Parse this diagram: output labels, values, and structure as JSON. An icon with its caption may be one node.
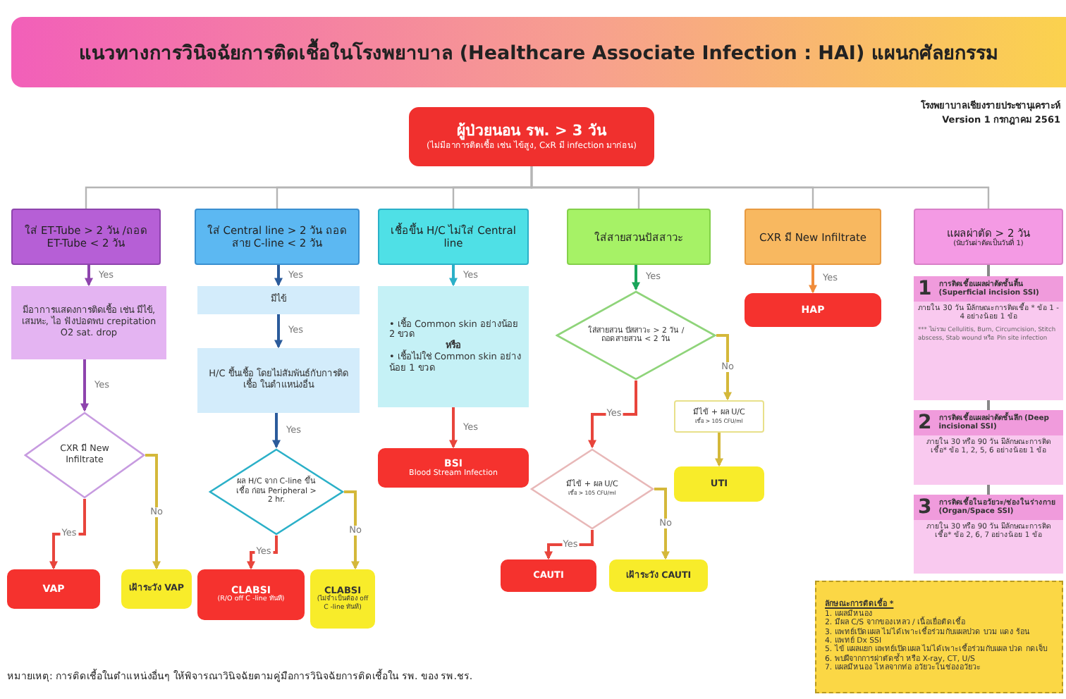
{
  "diagram": {
    "title": "แนวทางการวินิจฉัยการติดเชื้อในโรงพยาบาล (Healthcare Associate Infection : HAI) แผนกศัลยกรรม",
    "nodes": [
      {
        "text": [
          "ผู้ป่วยนอน รพ. > 3 วัน",
          "(ไม่มีอาการติดเชื้อ เช่น ไข้สูง, CxR มี infection มาก่อน)"
        ]
      },
      {
        "text": [
          "ใส่ ET-Tube > 2 วัน /ถอด ET-Tube < 2 วัน"
        ]
      },
      {
        "text": [
          "ใส่ Central line > 2 วัน ถอดสาย C-line < 2 วัน"
        ]
      },
      {
        "text": [
          "เชื้อขึ้น H/C ไม่ใส่ Central line"
        ]
      },
      {
        "text": [
          "ใส่สายสวนปัสสาวะ"
        ]
      },
      {
        "text": [
          "CXR มี New Infiltrate"
        ]
      },
      {
        "text": [
          "แผลผ่าตัด > 2 วัน",
          "(นับวันผ่าตัดเป็นวันที่ 1)"
        ]
      },
      {
        "text": [
          "มีอาการแสดงการติดเชื้อ เช่น มีไข้, เสมหะ, ไอ ฟังปอดพบ crepitation O2 sat. drop"
        ]
      },
      {
        "text": [
          "CXR มี New Infiltrate"
        ]
      },
      {
        "text": [
          "VAP"
        ]
      },
      {
        "text": [
          "เฝ้าระวัง VAP"
        ]
      },
      {
        "text": [
          "มีไข้"
        ]
      },
      {
        "text": [
          "H/C ขึ้นเชื้อ โดยไม่สัมพันธ์กับการติดเชื้อ ในตำแหน่งอื่น"
        ]
      },
      {
        "text": [
          "ผล H/C จาก C-line ขึ้นเชื้อ ก่อน Peripheral > 2 hr."
        ]
      },
      {
        "text": [
          "CLABSI",
          "(R/O off C -line ทันที)"
        ]
      },
      {
        "text": [
          "CLABSI",
          "(ไม่จำเป็นต้อง off C -line ทันที)"
        ]
      },
      {
        "text": [
          "• เชื้อ Common skin อย่างน้อย 2 ขวด",
          "หรือ",
          "• เชื้อไม่ใช่ Common skin อย่างน้อย 1 ขวด"
        ]
      },
      {
        "text": [
          "BSI",
          "Blood Stream Infection"
        ]
      },
      {
        "text": [
          "ใส่สายสวน ปัสสาวะ > 2 วัน /ถอดสายสวน < 2 วัน"
        ]
      },
      {
        "text": [
          "มีไข้ + ผล U/C",
          "เชื้อ > 105 CFU/ml"
        ]
      },
      {
        "text": [
          "มีไข้ + ผล U/C",
          "เชื้อ > 105 CFU/ml"
        ]
      },
      {
        "text": [
          "CAUTI"
        ]
      },
      {
        "text": [
          "เฝ้าระวัง CAUTI"
        ]
      },
      {
        "text": [
          "UTI"
        ]
      },
      {
        "text": [
          "HAP"
        ]
      },
      {
        "text": [
          "1",
          "การติดเชื้อแผลผ่าตัดชั้นตื้น (Superficial incision SSI)",
          "ภายใน 30 วัน มีลักษณะการติดเชื้อ * ข้อ 1 - 4 อย่างน้อย 1 ข้อ",
          "*** ไม่รวม Cellulitis, Burn, Circumcision, Stitch abscess, Stab wound หรือ Pin site infection"
        ]
      },
      {
        "text": [
          "2",
          "การติดเชื้อแผลผ่าตัดชั้นลึก (Deep incisional SSI)",
          "ภายใน 30 หรือ 90 วัน มีลักษณะการติดเชื้อ* ข้อ 1, 2, 5, 6 อย่างน้อย 1 ข้อ"
        ]
      },
      {
        "text": [
          "3",
          "การติดเชื้อในอวัยวะ/ช่องในร่างกาย (Organ/Space SSI)",
          "ภายใน 30 หรือ 90 วัน มีลักษณะการติดเชื้อ* ข้อ 2, 6, 7 อย่างน้อย 1 ข้อ"
        ]
      },
      {
        "text": [
          "ลักษณะการติดเชื้อ *",
          "1. แผลมีหนอง",
          "2. มีผล C/S จากของเหลว / เนื้อเยื่อติดเชื้อ",
          "3. แพทย์เปิดแผล ไม่ได้เพาะเชื้อร่วมกับแผลปวด บวม แดง ร้อน",
          "4. แพทย์ Dx SSI",
          "5. ไข้ แผลแยก แพทย์เปิดแผล ไม่ได้เพาะเชื้อร่วมกับแผล ปวด กดเจ็บ",
          "6. พบฝีจากการผ่าตัดซ้ำ หรือ X-ray, CT, U/S",
          "7. แผลมีหนอง ไหลจากท่อ อวัยวะในช่องอวัยวะ"
        ]
      }
    ],
    "edges": [
      {
        "from": 0,
        "to": 1,
        "arrow": "none",
        "color": "#b5b5b5"
      },
      {
        "from": 0,
        "to": 2,
        "arrow": "none",
        "color": "#b5b5b5"
      },
      {
        "from": 0,
        "to": 3,
        "arrow": "none",
        "color": "#b5b5b5"
      },
      {
        "from": 0,
        "to": 4,
        "arrow": "none",
        "color": "#b5b5b5"
      },
      {
        "from": 0,
        "to": 5,
        "arrow": "none",
        "color": "#b5b5b5"
      },
      {
        "from": 0,
        "to": 6,
        "arrow": "none",
        "color": "#b5b5b5"
      },
      {
        "from": 1,
        "to": 7,
        "arrow": "to",
        "label": "Yes",
        "color": "#8e44ad"
      },
      {
        "from": 7,
        "to": 8,
        "arrow": "to",
        "label": "Yes",
        "color": "#8e44ad"
      },
      {
        "from": 8,
        "to": 9,
        "arrow": "to",
        "label": "Yes",
        "color": "#e8453c"
      },
      {
        "from": 8,
        "to": 10,
        "arrow": "to",
        "label": "No",
        "color": "#d4b83a"
      },
      {
        "from": 2,
        "to": 11,
        "arrow": "to",
        "label": "Yes",
        "color": "#2b5b9b"
      },
      {
        "from": 11,
        "to": 12,
        "arrow": "to",
        "label": "Yes",
        "color": "#2b5b9b"
      },
      {
        "from": 12,
        "to": 13,
        "arrow": "to",
        "label": "Yes",
        "color": "#2b5b9b"
      },
      {
        "from": 13,
        "to": 14,
        "arrow": "to",
        "label": "Yes",
        "color": "#e8453c"
      },
      {
        "from": 13,
        "to": 15,
        "arrow": "to",
        "label": "No",
        "color": "#d4b83a"
      },
      {
        "from": 3,
        "to": 16,
        "arrow": "to",
        "label": "Yes",
        "color": "#2bb0c8"
      },
      {
        "from": 16,
        "to": 17,
        "arrow": "to",
        "label": "Yes",
        "color": "#e8453c"
      },
      {
        "from": 4,
        "to": 18,
        "arrow": "to",
        "label": "Yes",
        "color": "#1aa55a"
      },
      {
        "from": 18,
        "to": 19,
        "arrow": "to",
        "label": "Yes",
        "color": "#e8453c"
      },
      {
        "from": 18,
        "to": 20,
        "arrow": "to",
        "label": "No",
        "color": "#d4b83a"
      },
      {
        "from": 19,
        "to": 21,
        "arrow": "to",
        "label": "Yes",
        "color": "#e8453c"
      },
      {
        "from": 19,
        "to": 22,
        "arrow": "to",
        "label": "No",
        "color": "#d4b83a"
      },
      {
        "from": 20,
        "to": 23,
        "arrow": "to",
        "color": "#d4b83a"
      },
      {
        "from": 5,
        "to": 24,
        "arrow": "to",
        "label": "Yes",
        "color": "#f08c3a"
      },
      {
        "from": 6,
        "to": 25,
        "arrow": "none",
        "color": "#888888"
      },
      {
        "from": 25,
        "to": 26,
        "arrow": "none",
        "color": "#888888"
      },
      {
        "from": 26,
        "to": 27,
        "arrow": "none",
        "color": "#888888"
      }
    ],
    "labels": [
      "โรงพยาบาลเชียงรายประชานุเคราะห์",
      "Version 1 กรกฎาคม 2561",
      "หมายเหตุ: การติดเชื้อในตำแหน่งอื่นๆ ให้พิจารณาวินิจฉัยตามคู่มือการวินิจฉัยการติดเชื้อใน รพ. ของ รพ.ชร."
    ]
  }
}
